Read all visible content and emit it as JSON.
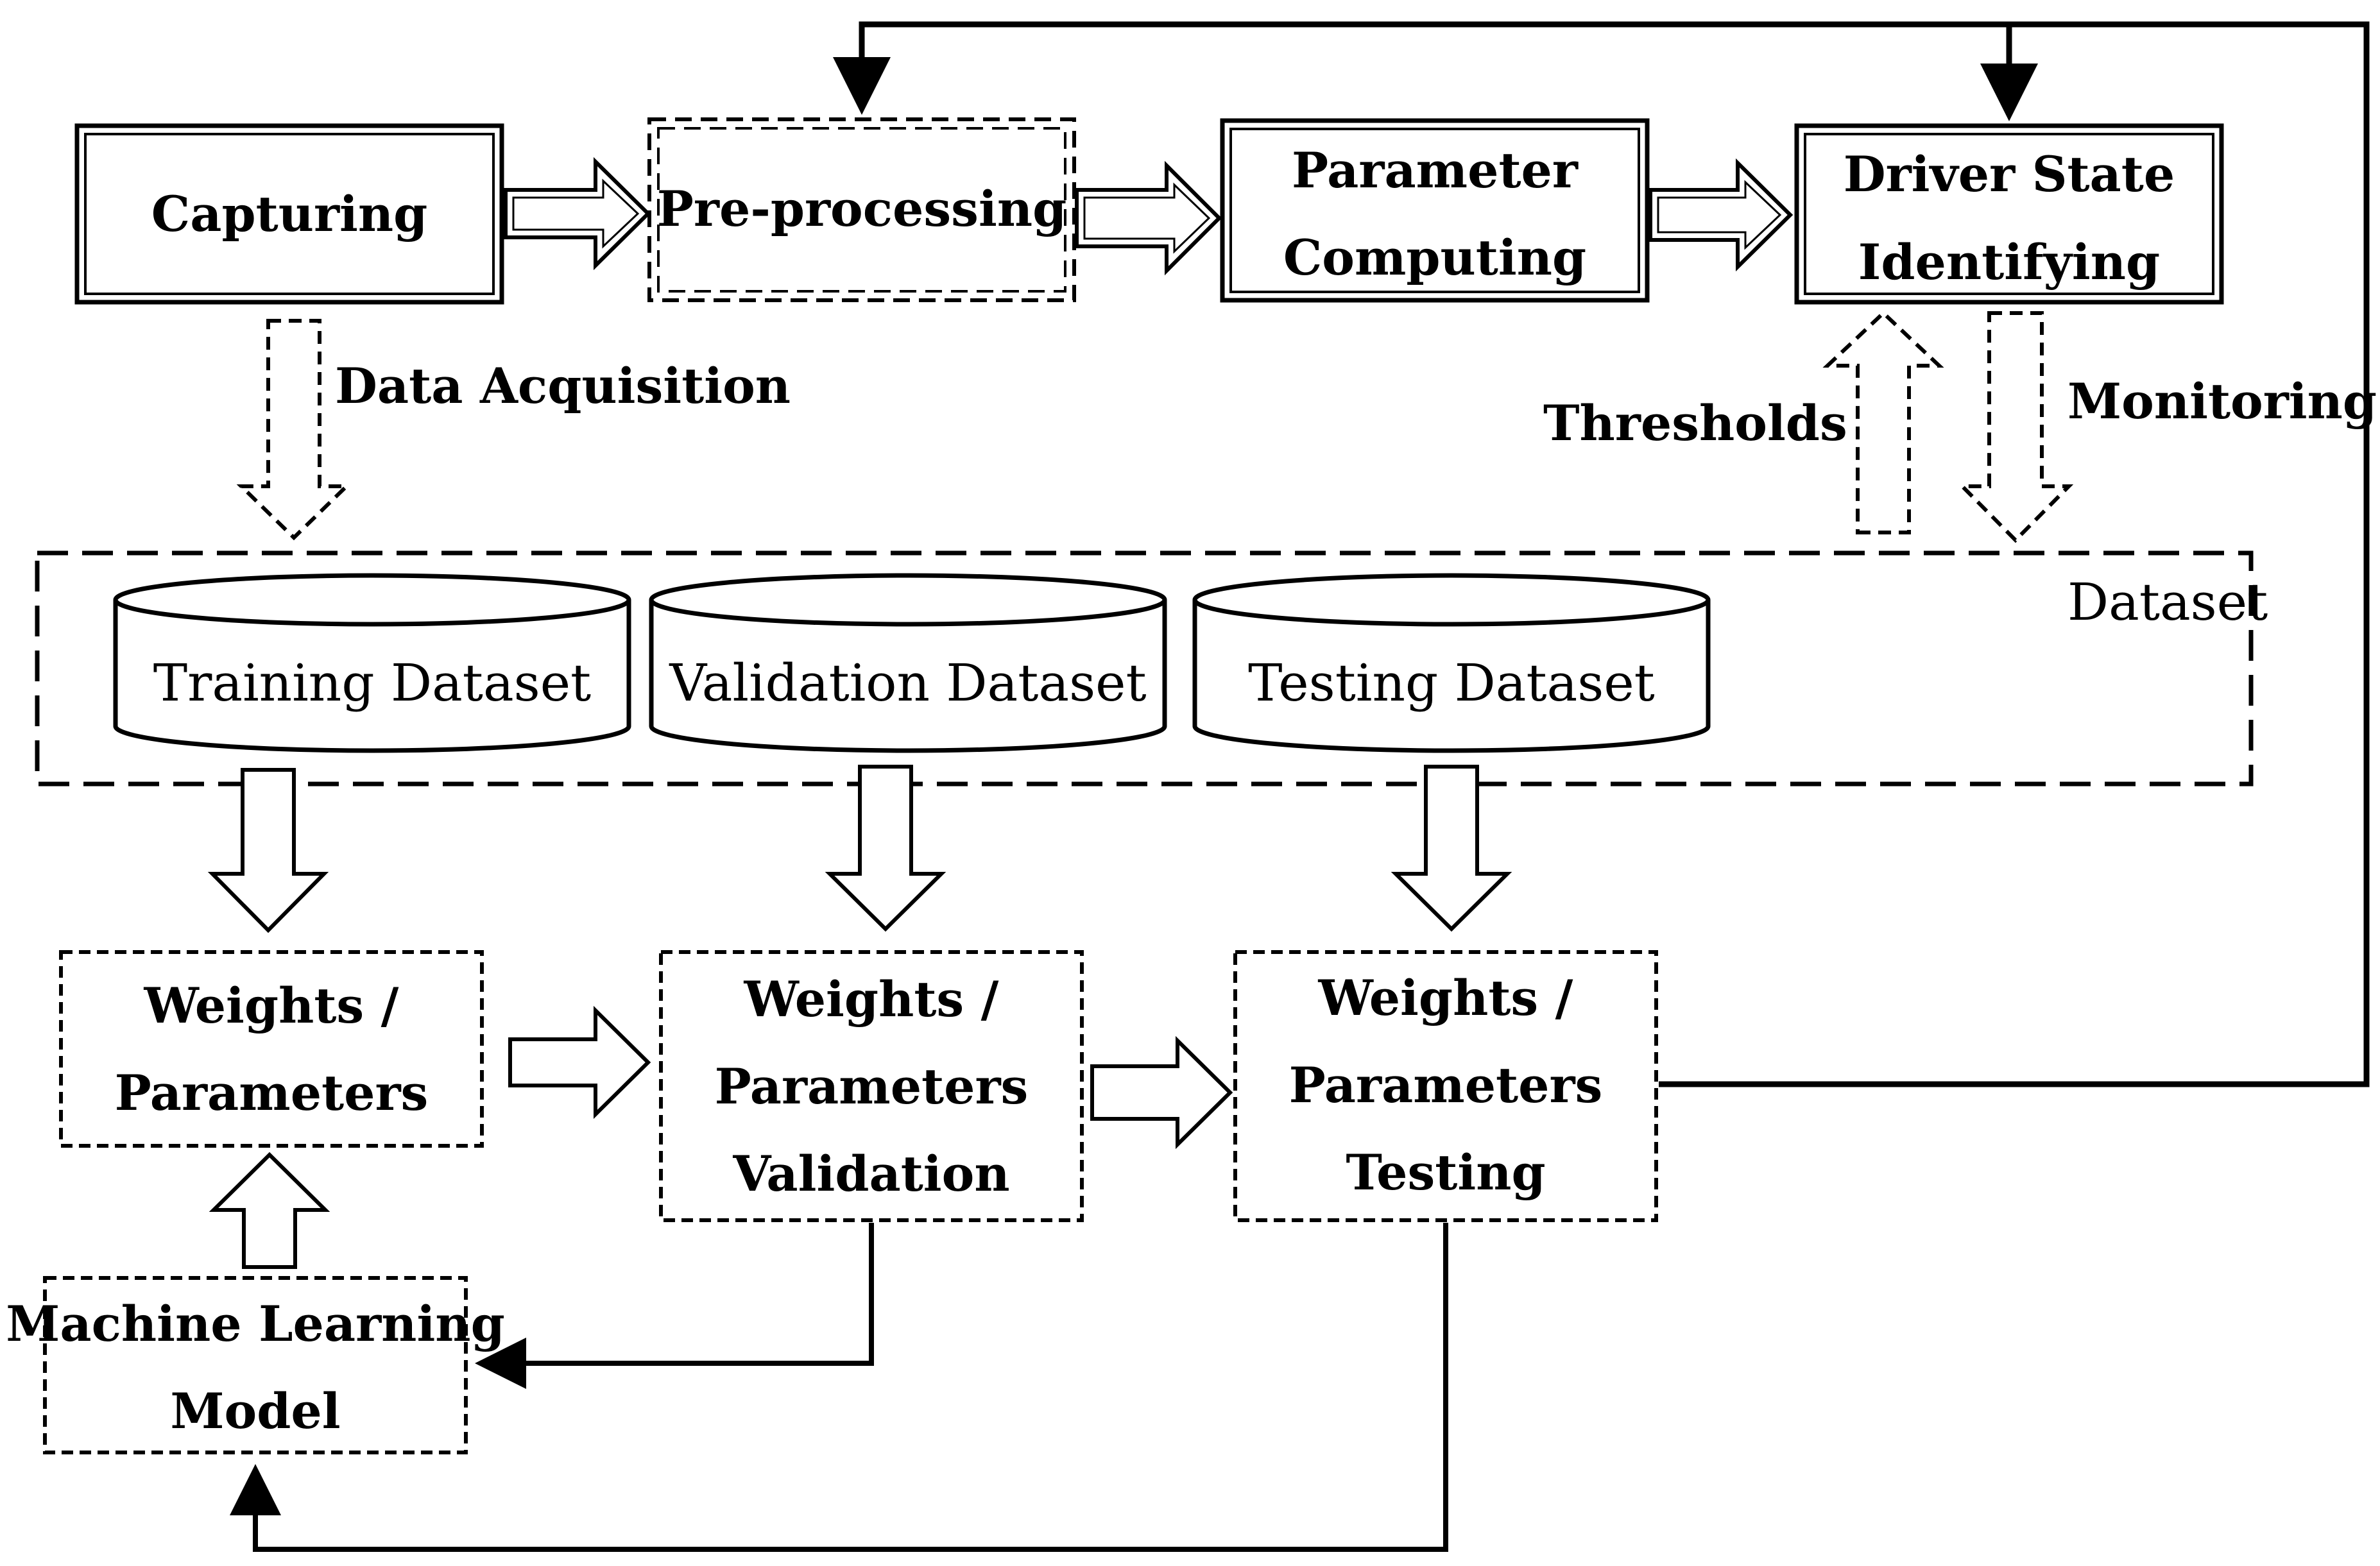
{
  "boxes": {
    "capturing": "Capturing",
    "preprocessing": "Pre-processing",
    "parameter_computing": [
      "Parameter",
      "Computing"
    ],
    "driver_state": [
      "Driver State",
      "Identifying"
    ],
    "weights_training": [
      "Weights /",
      "Parameters"
    ],
    "weights_validation": [
      "Weights /",
      "Parameters",
      "Validation"
    ],
    "weights_testing": [
      "Weights /",
      "Parameters",
      "Testing"
    ],
    "ml_model": [
      "Machine Learning",
      "Model"
    ]
  },
  "databases": {
    "training": "Training Dataset",
    "validation": "Validation Dataset",
    "testing": "Testing Dataset"
  },
  "labels": {
    "dataset": "Dataset",
    "data_acquisition": "Data Acquisition",
    "thresholds": "Thresholds",
    "monitoring": "Monitoring"
  }
}
